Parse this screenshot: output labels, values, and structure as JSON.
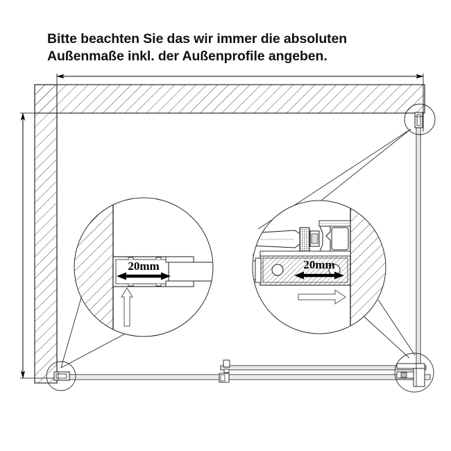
{
  "drawing": {
    "type": "technical-drawing",
    "subject": "shower-enclosure-plan-view",
    "note": {
      "line1": "Bitte beachten Sie das wir immer die absoluten",
      "line2": "Außenmaße inkl. der Außenprofile angeben."
    },
    "dimensions": {
      "top": {
        "label": "",
        "orientation": "horizontal",
        "arrows": "both"
      },
      "left": {
        "label": "",
        "orientation": "vertical",
        "arrows": "both"
      }
    },
    "details": [
      {
        "id": "detail-left",
        "name": "wall-profile-detail",
        "label": "20mm",
        "description": "wall-mounted profile cross-section with adjustment range"
      },
      {
        "id": "detail-right",
        "name": "hinge-profile-detail",
        "label": "20mm",
        "description": "hinge and wall profile assembly with adjustment range"
      }
    ],
    "callouts": [
      {
        "id": "callout-top-right",
        "name": "corner-detail-top-right"
      },
      {
        "id": "callout-bottom-left",
        "name": "corner-detail-bottom-left"
      },
      {
        "id": "callout-bottom-right",
        "name": "corner-detail-bottom-right"
      }
    ],
    "colors": {
      "line": "#1a1a1a",
      "hatch": "#555555",
      "arrow": "#000000",
      "background": "#ffffff"
    }
  }
}
